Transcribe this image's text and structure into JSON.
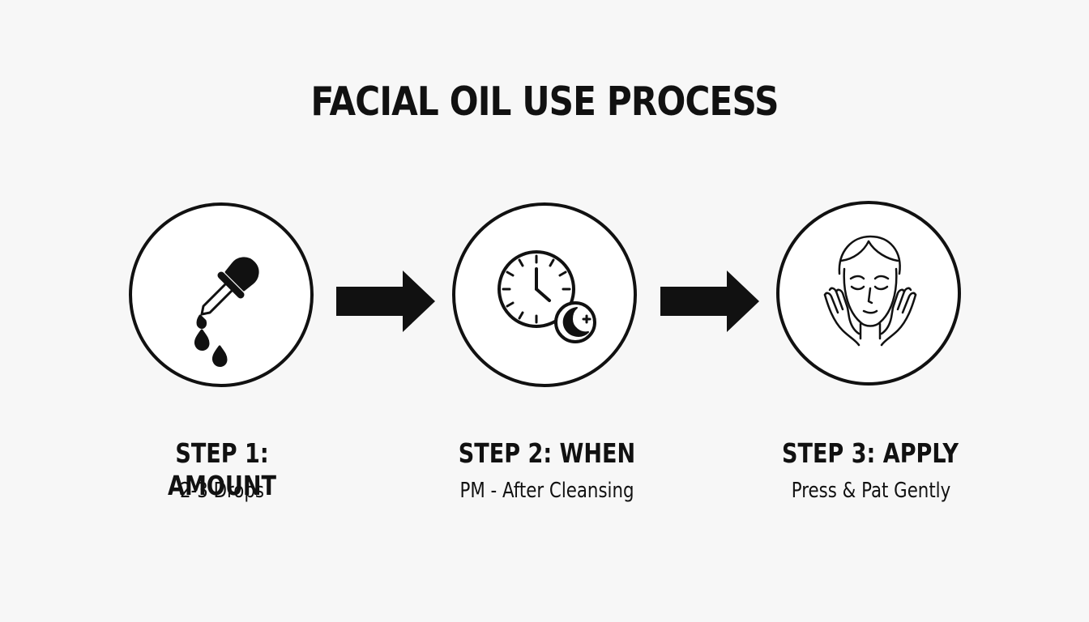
{
  "title": "FACIAL OIL USE PROCESS",
  "steps": [
    {
      "label": "STEP 1: AMOUNT",
      "description": "2-3 Drops",
      "icon": "dropper-icon"
    },
    {
      "label": "STEP 2: WHEN",
      "description": "PM - After Cleansing",
      "icon": "clock-moon-icon"
    },
    {
      "label": "STEP 3: APPLY",
      "description": "Press & Pat Gently",
      "icon": "face-hands-icon"
    }
  ],
  "connector_icon": "arrow-right-icon",
  "colors": {
    "background": "#f7f7f7",
    "ink": "#111111",
    "circle_fill": "#ffffff"
  }
}
